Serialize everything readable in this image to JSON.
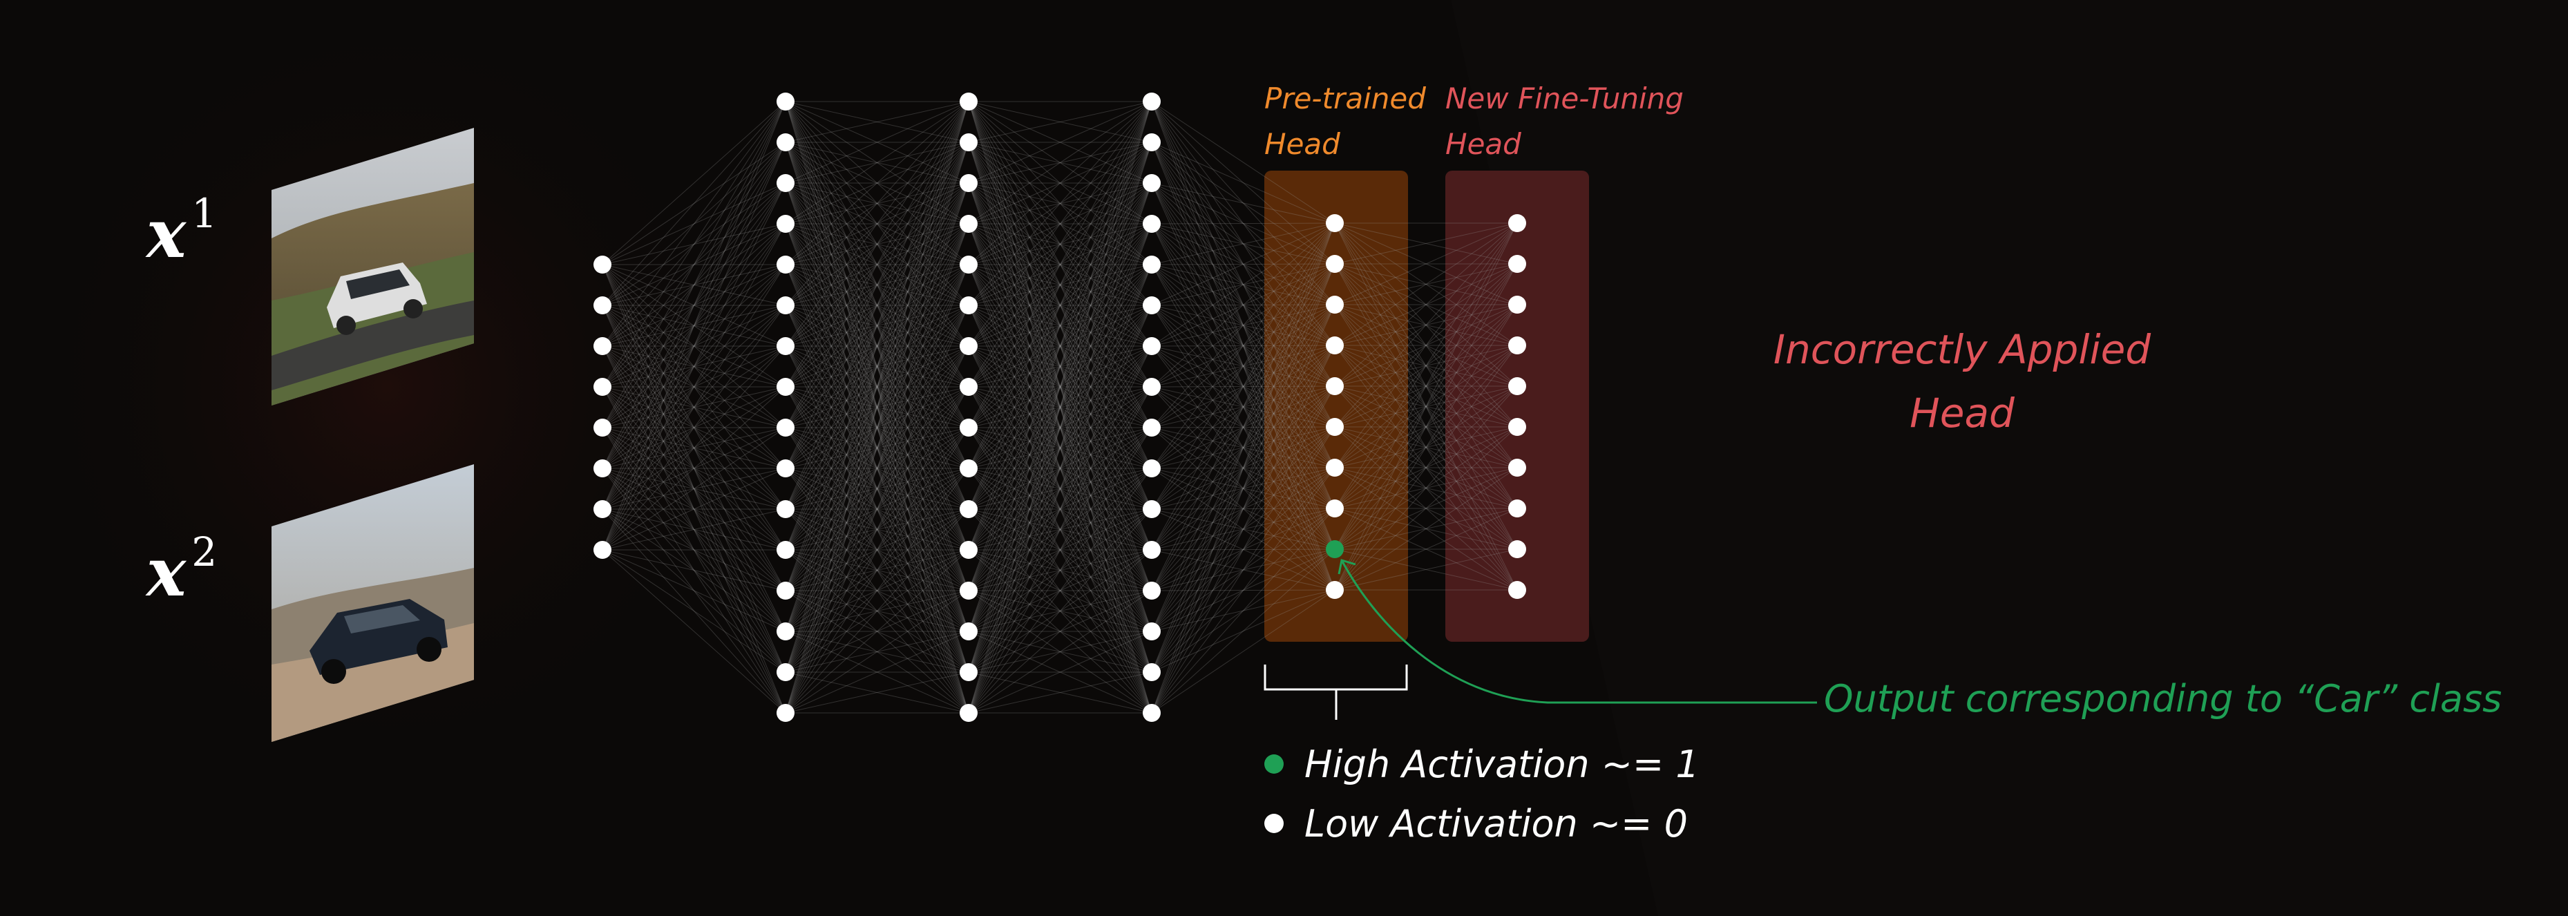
{
  "inputs": [
    {
      "symbol": "x",
      "superscript": "1",
      "image": "car-photo-suv"
    },
    {
      "symbol": "x",
      "superscript": "2",
      "image": "car-photo-sports-suv"
    }
  ],
  "heads": {
    "pretrained": {
      "title_line1": "Pre-trained",
      "title_line2": "Head",
      "color": "#f08a2c",
      "fill": "#5a2a08"
    },
    "finetune": {
      "title_line1": "New Fine-Tuning",
      "title_line2": "Head",
      "color": "#e0545a",
      "fill": "#4a1c1c"
    }
  },
  "note": {
    "line1": "Incorrectly Applied",
    "line2": "Head",
    "color": "#e0545a"
  },
  "output_label": {
    "text": "Output corresponding to “Car” class",
    "color": "#1fa055"
  },
  "legend": [
    {
      "text": "High Activation ~= 1",
      "color": "#1fa055"
    },
    {
      "text": "Low Activation ~= 0",
      "color": "#ffffff"
    }
  ],
  "colors": {
    "node": "#ffffff",
    "active_node": "#1fa055",
    "connection": "#9a9a9a",
    "background": "#0b0908"
  },
  "network": {
    "layer_sizes": [
      8,
      16,
      16,
      16,
      10,
      10
    ],
    "active_output_index": 8
  }
}
